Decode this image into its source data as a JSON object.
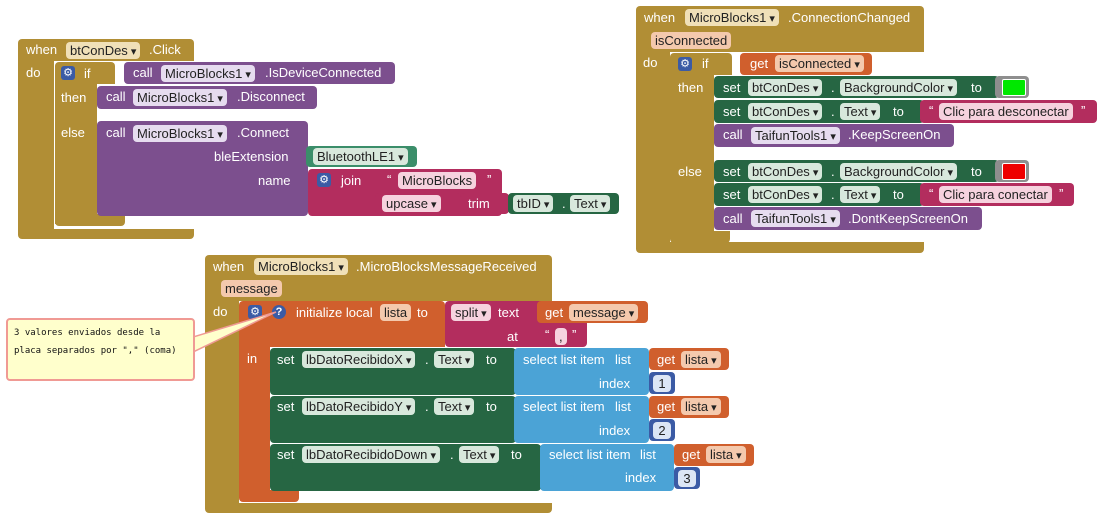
{
  "kw": {
    "when": "when",
    "do": "do",
    "if": "if",
    "then": "then",
    "else": "else",
    "call": "call",
    "set": "set",
    "to": "to",
    "get": "get",
    "join": "join",
    "trim": "trim",
    "upcase": "upcase",
    "in": "in",
    "split": "split",
    "text": "text",
    "at": "at",
    "index": "index",
    "select_list_item": "select list item",
    "list": "list",
    "initialize_local": "initialize local",
    "dot": ".",
    "quote_open": "“",
    "quote_close": "”"
  },
  "block1": {
    "component": "btConDes",
    "event": ".Click",
    "cond_component": "MicroBlocks1",
    "cond_method": ".IsDeviceConnected",
    "then_component": "MicroBlocks1",
    "then_method": ".Disconnect",
    "else_component": "MicroBlocks1",
    "else_method": ".Connect",
    "arg1_name": "bleExtension",
    "arg1_value": "BluetoothLE1",
    "arg2_name": "name",
    "join_text": "MicroBlocks",
    "textbox": "tbID",
    "text_prop": "Text"
  },
  "block2": {
    "component": "MicroBlocks1",
    "event": ".ConnectionChanged",
    "param": "isConnected",
    "get_var": "isConnected",
    "then_set1_component": "btConDes",
    "then_set1_prop": "BackgroundColor",
    "then_color": "#00e800",
    "then_set2_component": "btConDes",
    "then_set2_prop": "Text",
    "then_text": "Clic para desconectar",
    "then_call_component": "TaifunTools1",
    "then_call_method": ".KeepScreenOn",
    "else_set1_component": "btConDes",
    "else_set1_prop": "BackgroundColor",
    "else_color": "#ee0000",
    "else_set2_component": "btConDes",
    "else_set2_prop": "Text",
    "else_text": "Clic para conectar",
    "else_call_component": "TaifunTools1",
    "else_call_method": ".DontKeepScreenOn"
  },
  "block3": {
    "component": "MicroBlocks1",
    "event": ".MicroBlocksMessageReceived",
    "param": "message",
    "local_var": "lista",
    "split_var": "message",
    "split_at": ",",
    "rows": [
      {
        "component": "lbDatoRecibidoX",
        "prop": "Text",
        "list_var": "lista",
        "index": "1"
      },
      {
        "component": "lbDatoRecibidoY",
        "prop": "Text",
        "list_var": "lista",
        "index": "2"
      },
      {
        "component": "lbDatoRecibidoDown",
        "prop": "Text",
        "list_var": "lista",
        "index": "3"
      }
    ]
  },
  "comment": {
    "line1": "3 valores enviados desde la",
    "line2": "placa separados por \",\" (coma)"
  }
}
